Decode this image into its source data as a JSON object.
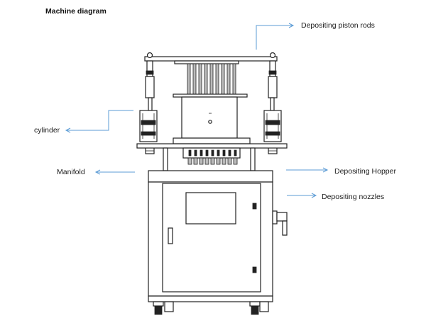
{
  "diagram": {
    "title": "Machine diagram",
    "labels": {
      "piston_rods": "Depositing piston rods",
      "cylinder": "cylinder",
      "manifold": "Manifold",
      "hopper": "Depositing Hopper",
      "nozzles": "Depositing nozzles"
    },
    "colors": {
      "arrow": "#5b9bd5",
      "line": "#222222"
    }
  }
}
